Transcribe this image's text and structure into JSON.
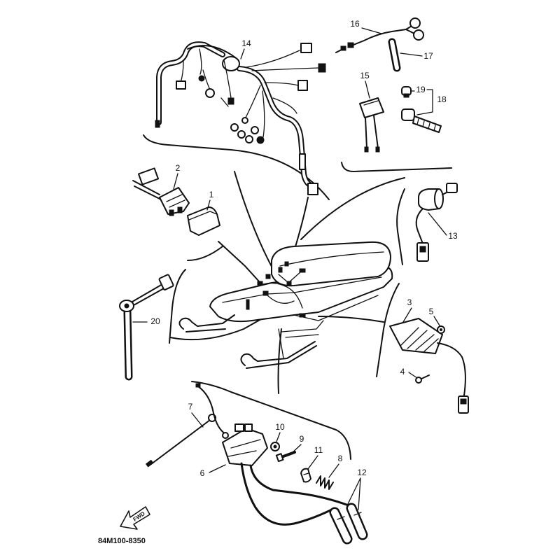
{
  "diagram": {
    "callouts": [
      "1",
      "2",
      "3",
      "4",
      "5",
      "6",
      "7",
      "8",
      "9",
      "10",
      "11",
      "12",
      "13",
      "14",
      "15",
      "16",
      "17",
      "18",
      "19",
      "20"
    ],
    "fwd_label": "FWD",
    "part_code": "84M100-8350"
  }
}
